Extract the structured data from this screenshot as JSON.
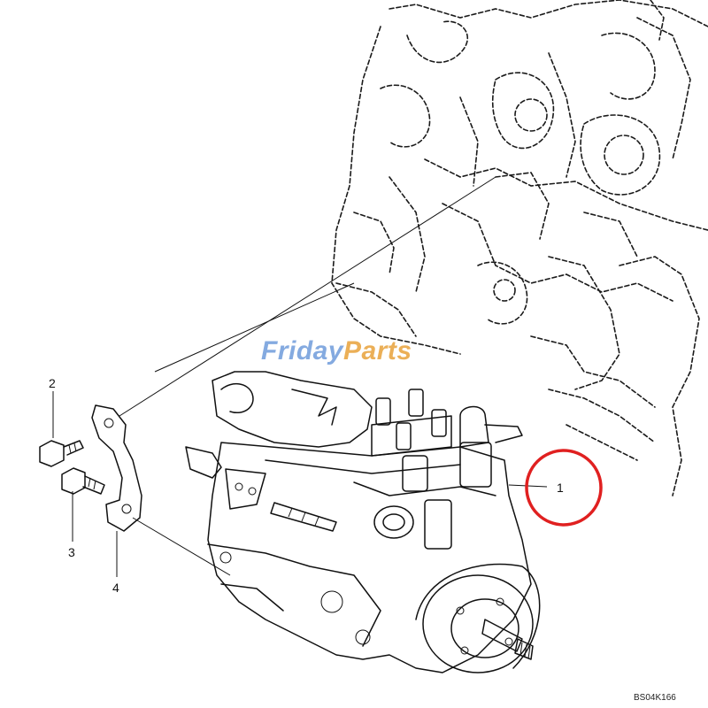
{
  "callouts": [
    {
      "id": "1",
      "label": "1"
    },
    {
      "id": "2",
      "label": "2"
    },
    {
      "id": "3",
      "label": "3"
    },
    {
      "id": "4",
      "label": "4"
    }
  ],
  "highlight": {
    "target": "1",
    "color": "#e02020"
  },
  "watermark": {
    "part1": "Friday",
    "part2": "Parts",
    "color1": "#5b8ed6",
    "color2": "#e8a23a"
  },
  "drawing_code": "BS04K166"
}
